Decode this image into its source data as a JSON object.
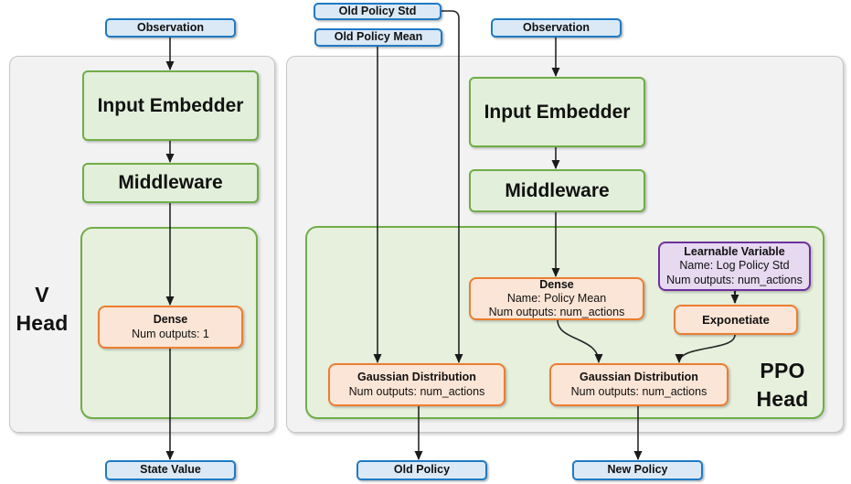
{
  "colors": {
    "blue_fill": "#dbe9f6",
    "blue_border": "#1f7ac4",
    "green_fill": "#e2efda",
    "green_container_fill": "#e6f0dd",
    "green_border": "#70ad47",
    "orange_fill": "#fbe5d6",
    "orange_border": "#ed7d31",
    "purple_fill": "#e6d9f0",
    "purple_border": "#7030a0",
    "panel_fill": "#f2f2f2",
    "panel_border": "#c6c6c6",
    "wire": "#262626"
  },
  "v_head": {
    "observation": "Observation",
    "input_embedder": "Input Embedder",
    "middleware": "Middleware",
    "dense_title": "Dense",
    "dense_outputs": "Num outputs: 1",
    "label_line1": "V",
    "label_line2": "Head",
    "state_value": "State Value"
  },
  "ppo_head": {
    "old_policy_std": "Old Policy Std",
    "old_policy_mean": "Old Policy Mean",
    "observation": "Observation",
    "input_embedder": "Input Embedder",
    "middleware": "Middleware",
    "dense_title": "Dense",
    "dense_name": "Name: Policy Mean",
    "dense_outputs": "Num outputs: num_actions",
    "learnable_title": "Learnable Variable",
    "learnable_name": "Name: Log Policy Std",
    "learnable_outputs": "Num outputs: num_actions",
    "exponetiate": "Exponetiate",
    "gaussian_old_title": "Gaussian Distribution",
    "gaussian_old_outputs": "Num outputs: num_actions",
    "gaussian_new_title": "Gaussian Distribution",
    "gaussian_new_outputs": "Num outputs: num_actions",
    "label_line1": "PPO",
    "label_line2": "Head",
    "old_policy": "Old Policy",
    "new_policy": "New Policy"
  }
}
